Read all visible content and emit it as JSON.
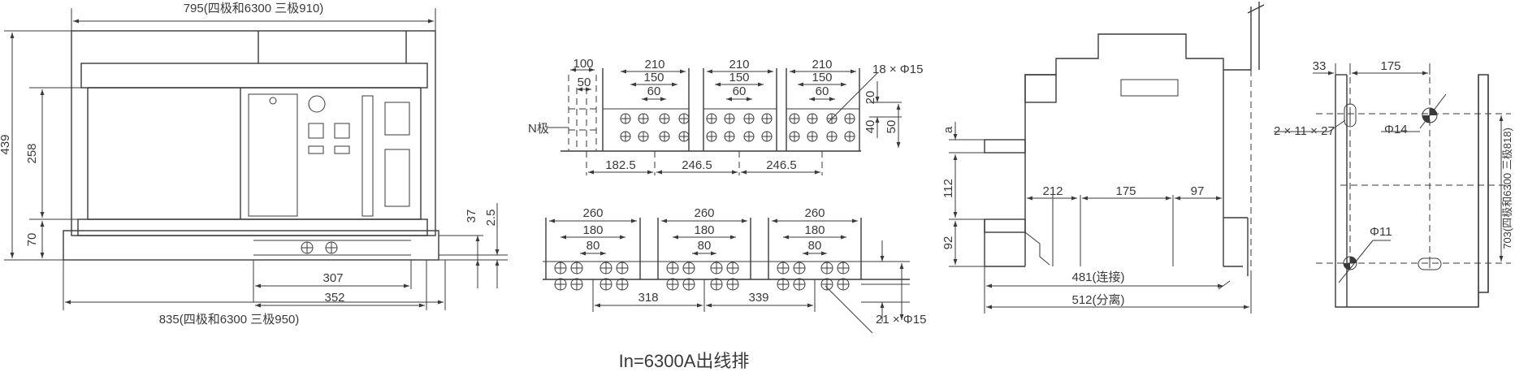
{
  "caption": "In=6300A出线排",
  "front_view": {
    "width_top": "795(四极和6300 三极910)",
    "width_bottom": "835(四极和6300 三极950)",
    "h_439": "439",
    "h_258": "258",
    "h_70": "70",
    "h_37": "37",
    "h_2_5": "2.5",
    "w_307": "307",
    "w_352": "352"
  },
  "busbar_top": {
    "w_100": "100",
    "w_50": "50",
    "n_pole": "N极",
    "groups": [
      {
        "w_210": "210",
        "w_150": "150",
        "w_60": "60"
      },
      {
        "w_210": "210",
        "w_150": "150",
        "w_60": "60"
      },
      {
        "w_210": "210",
        "w_150": "150",
        "w_60": "60"
      }
    ],
    "hole_note": "18 × Φ15",
    "v_20": "20",
    "v_40": "40",
    "v_50": "50",
    "pitch_1": "182.5",
    "pitch_2": "246.5",
    "pitch_3": "246.5"
  },
  "busbar_bottom": {
    "groups": [
      {
        "w_260": "260",
        "w_180": "180",
        "w_80": "80"
      },
      {
        "w_260": "260",
        "w_180": "180",
        "w_80": "80"
      },
      {
        "w_260": "260",
        "w_180": "180",
        "w_80": "80"
      }
    ],
    "pitch_1": "318",
    "pitch_2": "339",
    "hole_note": "21 × Φ15"
  },
  "side_view": {
    "a": "a",
    "v_112": "112",
    "v_92": "92",
    "w_212": "212",
    "w_175": "175",
    "w_97": "97",
    "w_481": "481(连接)",
    "w_512": "512(分离)"
  },
  "mount_view": {
    "w_33": "33",
    "w_175": "175",
    "slot": "2 × 11 × 27",
    "hole_14": "Φ14",
    "hole_11": "Φ11",
    "height": "703(四极和6300 三极818)"
  }
}
